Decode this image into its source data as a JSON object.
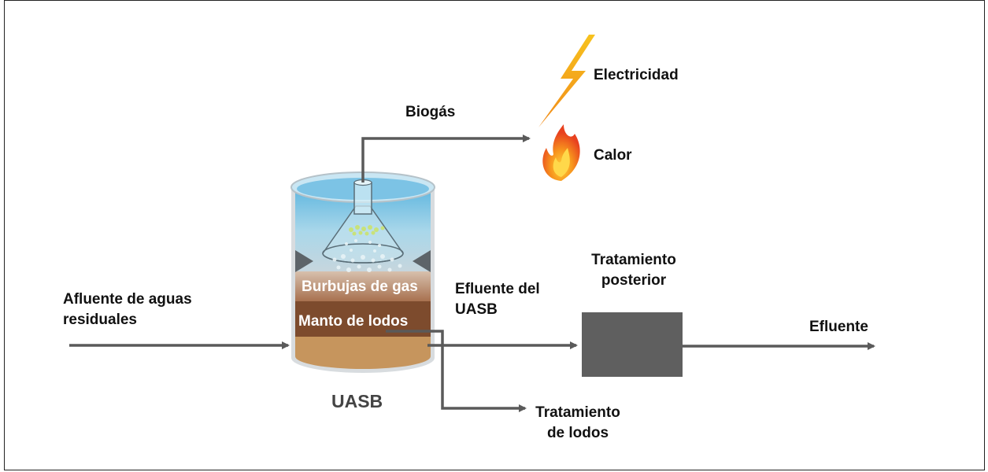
{
  "labels": {
    "electricity": "Electricidad",
    "biogas": "Biogás",
    "heat": "Calor",
    "influent": "Afluente de aguas\nresiduales",
    "gas_bubbles": "Burbujas de gas",
    "sludge_blanket": "Manto de lodos",
    "uasb_effluent": "Efluente del\nUASB",
    "post_treatment": "Tratamiento\nposterior",
    "effluent": "Efluente",
    "reactor": "UASB",
    "sludge_treatment": "Tratamiento\nde lodos"
  },
  "colors": {
    "water": "#9fd3ea",
    "gas_layer": "#b88a6a",
    "sludge": "#7a4a2c",
    "bottom": "#c6945c",
    "post_treatment_box": "#5f5f5f",
    "arrows": "#5a5a5a",
    "lightning": "#f4a21c",
    "flame": "#f15a22"
  }
}
